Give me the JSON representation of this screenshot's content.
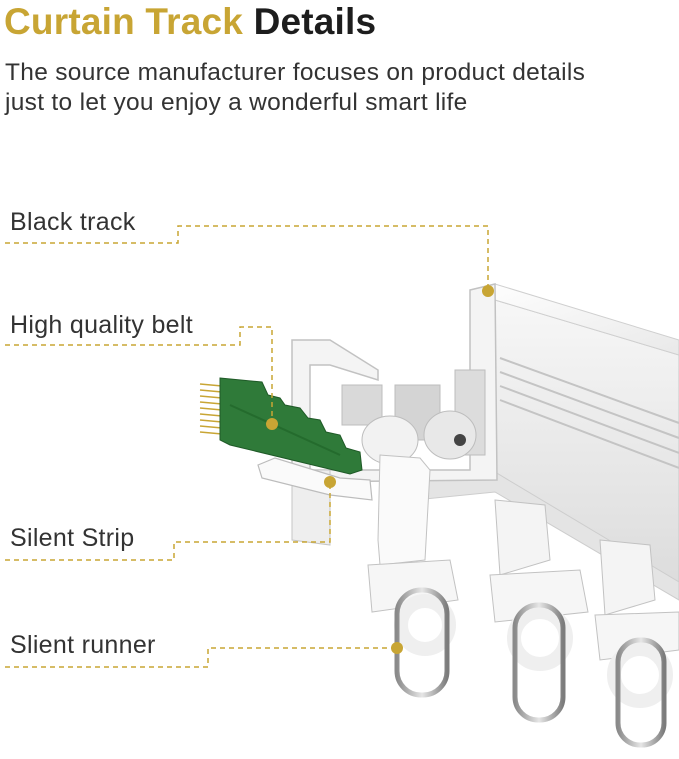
{
  "header": {
    "title_highlight": "Curtain Track",
    "title_rest": "Details",
    "subtitle": "The source manufacturer focuses on product details just to let you enjoy a wonderful smart life"
  },
  "callouts": {
    "black_track": "Black track",
    "belt": "High quality belt",
    "silent_strip": "Silent Strip",
    "runner": "Slient runner"
  },
  "colors": {
    "accent": "#c8a534",
    "text": "#333333",
    "belt": "#2f7a39"
  }
}
